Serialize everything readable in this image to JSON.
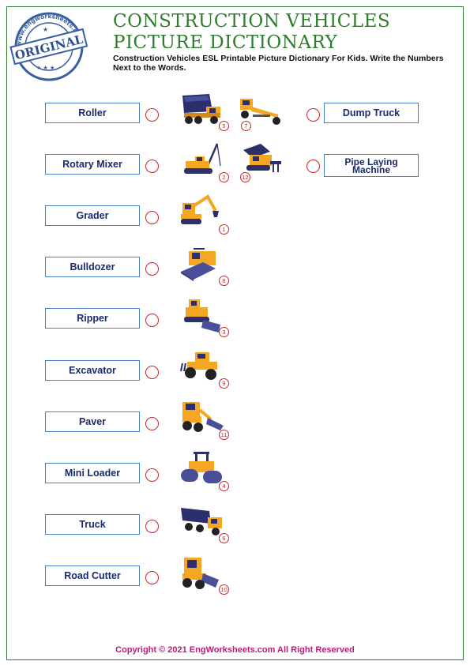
{
  "stamp": {
    "center_text": "ORIGINAL",
    "ring_text": "www.engworksheets.com"
  },
  "header": {
    "title_line1": "CONSTRUCTION VEHICLES",
    "title_line2": "PICTURE DICTIONARY",
    "subtitle": "Construction Vehicles ESL Printable Picture Dictionary For Kids. Write the Numbers Next to the Words."
  },
  "left_words": [
    "Roller",
    "Rotary Mixer",
    "Grader",
    "Bulldozer",
    "Ripper",
    "Excavator",
    "Paver",
    "Mini Loader",
    "Truck",
    "Road Cutter"
  ],
  "right_words": [
    "Dump Truck",
    "Pipe Laying Machine"
  ],
  "pictures": [
    {
      "icon": "dump-truck-icon",
      "number": "5"
    },
    {
      "icon": "grader-icon",
      "number": "7"
    },
    {
      "icon": "pipe-laying-machine-icon",
      "number": "2"
    },
    {
      "icon": "road-cutter-icon",
      "number": "12"
    },
    {
      "icon": "excavator-icon",
      "number": "1"
    },
    {
      "icon": "paver-icon",
      "number": "8"
    },
    {
      "icon": "bulldozer-icon",
      "number": "3"
    },
    {
      "icon": "ripper-icon",
      "number": "9"
    },
    {
      "icon": "mini-loader-icon",
      "number": "11"
    },
    {
      "icon": "roller-icon",
      "number": "4"
    },
    {
      "icon": "truck-icon",
      "number": "6"
    },
    {
      "icon": "rotary-mixer-icon",
      "number": "10"
    }
  ],
  "colors": {
    "title": "#2e7d2e",
    "word_border": "#4a7fc1",
    "word_text": "#1a2a6c",
    "circle": "#c62828",
    "footer": "#c2177a",
    "vehicle_body": "#f5a623",
    "vehicle_dark": "#2b2f6b"
  },
  "footer": "Copyright © 2021 EngWorksheets.com All Right Reserved"
}
